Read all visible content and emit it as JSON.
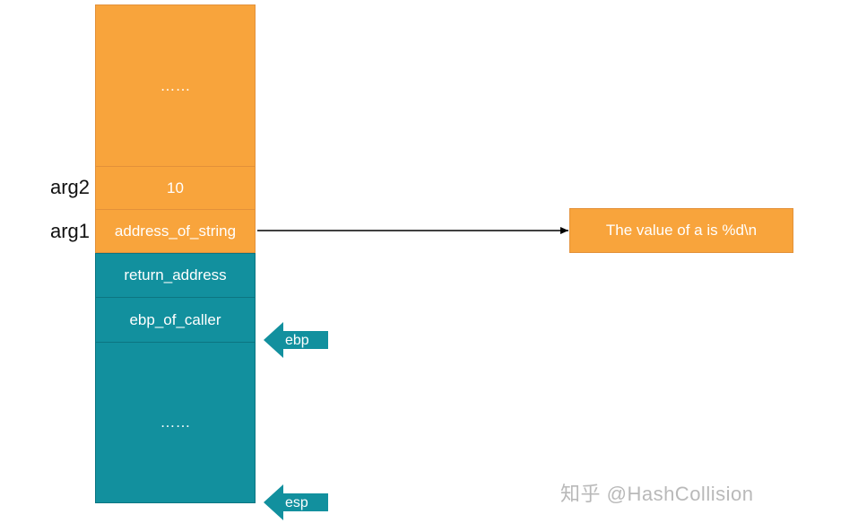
{
  "stack": {
    "top_ellipsis": "……",
    "arg2_value": "10",
    "arg1_value": "address_of_string",
    "return_address": "return_address",
    "ebp_of_caller": "ebp_of_caller",
    "bottom_ellipsis": "……"
  },
  "labels": {
    "arg2": "arg2",
    "arg1": "arg1"
  },
  "string_box": {
    "text": "The value of a is %d\\n"
  },
  "pointers": {
    "ebp": "ebp",
    "esp": "esp"
  },
  "watermark": {
    "text": "知乎 @HashCollision"
  },
  "colors": {
    "orange": "#f8a43c",
    "teal": "#12909e"
  }
}
